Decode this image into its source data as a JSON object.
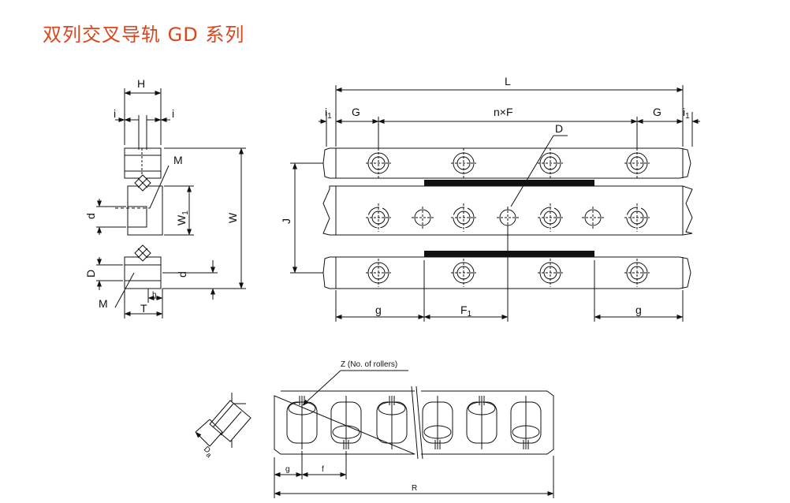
{
  "page": {
    "title": "双列交叉导轨 GD 系列"
  },
  "labels": {
    "H": "H",
    "i": "i",
    "M": "M",
    "d": "d",
    "W1_main": "W",
    "W1_sub": "1",
    "W": "W",
    "D_left": "D",
    "h": "h",
    "T": "T",
    "L": "L",
    "i1_main": "i",
    "i1_sub": "1",
    "G": "G",
    "nF": "n×F",
    "D_top": "D",
    "J": "J",
    "g": "g",
    "F1_main": "F",
    "F1_sub": "1",
    "Z_note": "Z (No. of rollers)",
    "Da_main": "D",
    "Da_sub": "a",
    "g_small": "g",
    "f": "f",
    "R": "R"
  }
}
